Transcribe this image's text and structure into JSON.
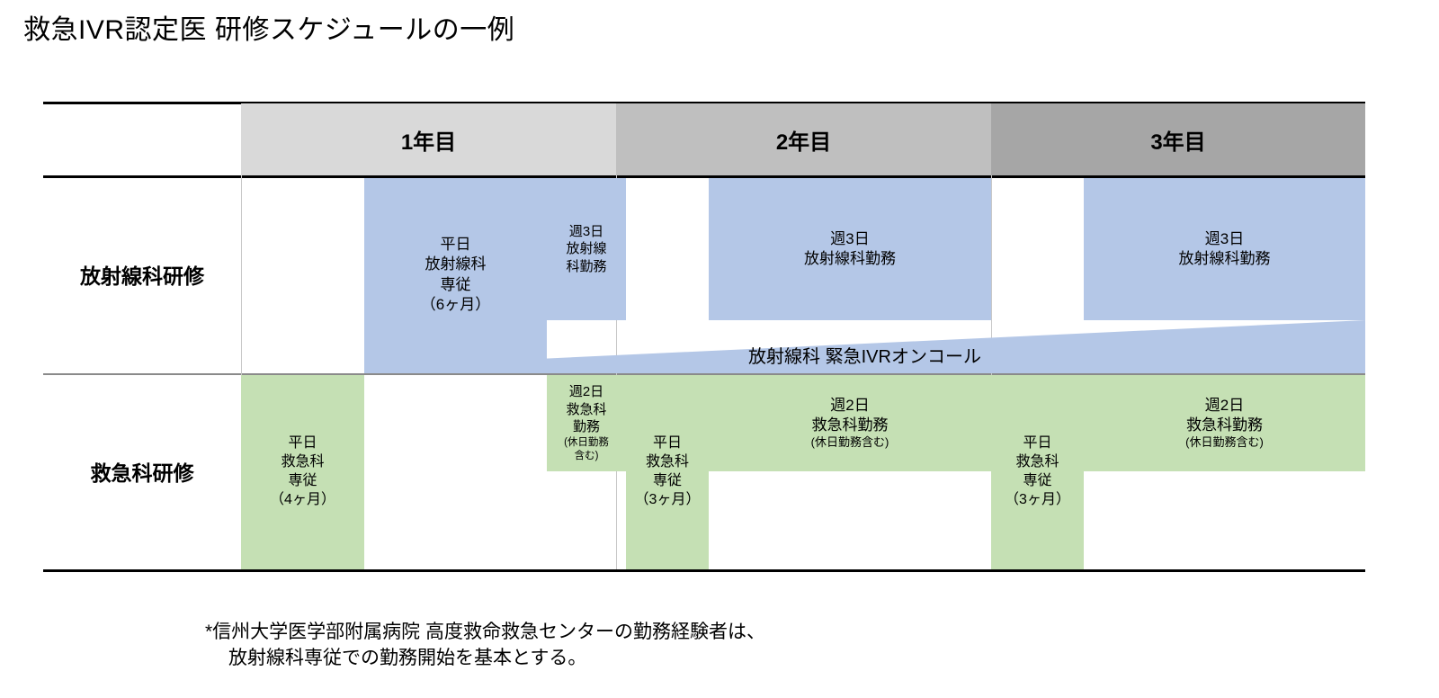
{
  "title": "救急IVR認定医 研修スケジュールの一例",
  "table": {
    "year_headers": [
      {
        "label": "1年目",
        "color": "#d9d9d9"
      },
      {
        "label": "2年目",
        "color": "#bfbfbf"
      },
      {
        "label": "3年目",
        "color": "#a6a6a6"
      }
    ],
    "rows": [
      {
        "label": "放射線科研修",
        "color": "#b4c7e7"
      },
      {
        "label": "救急科研修",
        "color": "#c5e0b4"
      }
    ]
  },
  "radiology_blocks": [
    {
      "lines": [
        "平日",
        "放射線科",
        "専従",
        "（6ヶ月）"
      ]
    },
    {
      "lines": [
        "週3日",
        "放射線",
        "科勤務"
      ]
    },
    {
      "lines": [
        "週3日",
        "放射線科勤務"
      ]
    },
    {
      "lines": [
        "週3日",
        "放射線科勤務"
      ]
    }
  ],
  "emergency_blocks": [
    {
      "lines": [
        "平日",
        "救急科",
        "専従",
        "（4ヶ月）"
      ]
    },
    {
      "lines": [
        "週2日",
        "救急科",
        "勤務"
      ],
      "note": [
        "(休日勤務",
        "含む)"
      ]
    },
    {
      "lines": [
        "平日",
        "救急科",
        "専従",
        "（3ヶ月）"
      ]
    },
    {
      "lines": [
        "週2日",
        "救急科勤務",
        "(休日勤務含む)"
      ]
    },
    {
      "lines": [
        "平日",
        "救急科",
        "専従",
        "（3ヶ月）"
      ]
    },
    {
      "lines": [
        "週2日",
        "救急科勤務",
        "(休日勤務含む)"
      ]
    }
  ],
  "oncall": {
    "label": "放射線科 緊急IVRオンコール",
    "color": "#b4c7e7"
  },
  "footnote": {
    "line1": "*信州大学医学部附属病院 高度救命救急センターの勤務経験者は、",
    "line2": "放射線科専従での勤務開始を基本とする。"
  }
}
